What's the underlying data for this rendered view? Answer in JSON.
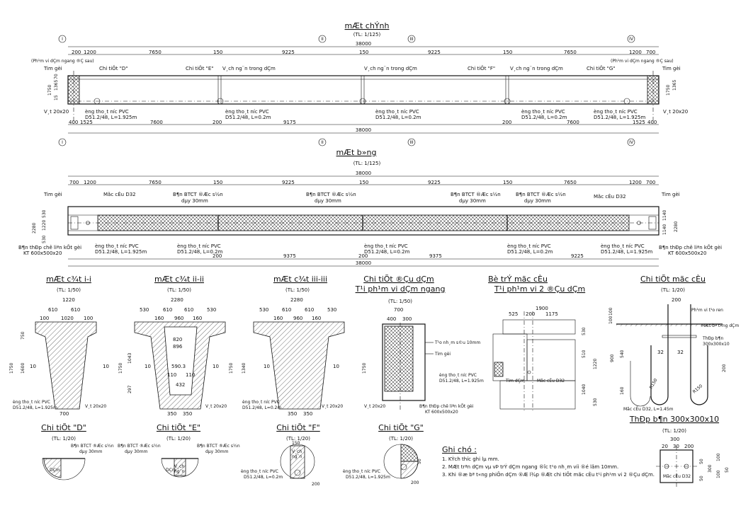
{
  "elevation": {
    "title": "mÆt chÝnh",
    "scale": "(TL: 1/125)",
    "grid_labels": [
      "I",
      "II",
      "III",
      "IV"
    ],
    "total": "38000",
    "top_dims": [
      "200",
      "1200",
      "7650",
      "150",
      "9225",
      "150",
      "9225",
      "150",
      "7650",
      "1200",
      "700"
    ],
    "bottom_dims": [
      "400",
      "1525",
      "7600",
      "200",
      "9175",
      "200",
      "7600",
      "1525",
      "400"
    ],
    "side_dims": [
      "1750",
      "15",
      "1365",
      "70"
    ],
    "labels": {
      "pham_vi_left": "(Ph¹m vi dÇm ngang ®Ç sau)",
      "pham_vi_right": "(Ph¹m vi dÇm ngang ®Ç sau)",
      "tim_goi_l": "Tim gèi",
      "tim_goi_r": "Tim gèi",
      "ct_d": "Chi tiÕt \"D\"",
      "ct_e": "Chi tiÕt \"E\"",
      "ct_f": "Chi tiÕt \"F\"",
      "ct_g": "Chi tiÕt \"G\"",
      "vach1": "V¸ch ng¨n trong dÇm",
      "vach2": "V¸ch ng¨n trong dÇm",
      "vach3": "V¸ch ng¨n trong dÇm",
      "vat_l": "V¸t 20x20",
      "vat_r": "V¸t 20x20",
      "ong1": "èng tho¸t n­íc PVC",
      "ong1b": "D51.2/48, L=1.925m",
      "ong2": "èng tho¸t n­íc PVC",
      "ong2b": "D51.2/48, L=0.2m",
      "ong3": "èng tho¸t n­íc PVC",
      "ong3b": "D51.2/48, L=0.2m",
      "ong4": "èng tho¸t n­íc PVC",
      "ong4b": "D51.2/48, L=0.2m",
      "ong5": "èng tho¸t n­íc PVC",
      "ong5b": "D51.2/48, L=1.925m"
    }
  },
  "plan": {
    "title": "mÆt b»ng",
    "scale": "(TL: 1/125)",
    "total": "38000",
    "top_dims": [
      "700",
      "1200",
      "7650",
      "150",
      "9225",
      "150",
      "9225",
      "150",
      "7650",
      "1200",
      "700"
    ],
    "bottom_dims": [
      "200",
      "9375",
      "200",
      "9375",
      "9225"
    ],
    "side_dims": [
      "2280",
      "530",
      "1220",
      "530",
      "1140",
      "1140",
      "2280"
    ],
    "labels": {
      "tim_goi_l": "Tim gèi",
      "tim_goi_r": "Tim gèi",
      "moc_l": "Mãc cÈu D32",
      "moc_r": "Mãc cÈu D32",
      "ban1": "B¶n BTCT ®Æc s½n",
      "ban1b": "dµy 30mm",
      "ban2": "B¶n BTCT ®Æc s½n",
      "ban2b": "dµy 30mm",
      "ban3": "B¶n BTCT ®Æc s½n",
      "ban3b": "dµy 30mm",
      "ban4": "B¶n BTCT ®Æc s½n",
      "ban4b": "dµy 30mm",
      "thep_l": "B¶n thÐp chê liªn kÕt gèi",
      "thep_lb": "KT 600x500x20",
      "thep_r": "B¶n thÐp chê liªn kÕt gèi",
      "thep_rb": "KT 600x500x20",
      "ong1": "èng tho¸t n­íc PVC",
      "ong1b": "D51.2/48, L=1.925m",
      "ong2": "èng tho¸t n­íc PVC",
      "ong2b": "D51.2/48, L=0.2m",
      "ong3": "èng tho¸t n­íc PVC",
      "ong3b": "D51.2/48, L=0.2m",
      "ong4": "èng tho¸t n­íc PVC",
      "ong4b": "D51.2/48, L=0.2m",
      "ong5": "èng tho¸t n­íc PVC",
      "ong5b": "D51.2/48, L=1.925m"
    }
  },
  "sec1": {
    "title": "mÆt c¾t i-i",
    "scale": "(TL: 1/50)",
    "dims": [
      "1220",
      "610",
      "610",
      "100",
      "1020",
      "100",
      "750",
      "1750",
      "1600",
      "10",
      "10",
      "700"
    ],
    "ong": "èng tho¸t n­íc PVC",
    "ongb": "D51.2/48, L=1.925m",
    "vat": "V¸t 20x20"
  },
  "sec2": {
    "title": "mÆt c¾t ii-ii",
    "scale": "(TL: 1/50)",
    "dims": [
      "2280",
      "530",
      "610",
      "610",
      "530",
      "160",
      "960",
      "160",
      "820",
      "896",
      "590.3",
      "110",
      "110",
      "432",
      "350",
      "350",
      "1750",
      "1043",
      "297",
      "10",
      "10"
    ],
    "vat": "V¸t 20x20"
  },
  "sec3": {
    "title": "mÆt c¾t iii-iii",
    "scale": "(TL: 1/50)",
    "dims": [
      "2280",
      "530",
      "610",
      "610",
      "530",
      "160",
      "960",
      "160",
      "1750",
      "1340",
      "10",
      "10",
      "350",
      "350"
    ],
    "ong": "èng tho¸t n­íc PVC",
    "ongb": "D51.2/48, L=0.2m",
    "vat": "V¸t 20x20"
  },
  "detail_end": {
    "title1": "Chi tiÕt ®Çu dÇm",
    "title2": "T¹i ph¹m vi dÇm ngang",
    "scale": "(TL: 1/50)",
    "dims": [
      "700",
      "400",
      "300",
      "1750"
    ],
    "tao": "T¹o nh¸m s©u 10mm",
    "tim": "Tim gèi",
    "ong": "èng tho¸t n­íc PVC",
    "ongb": "D51.2/48, L=1.925m",
    "vat": "V¸t 20x20",
    "thep": "B¶n thÐp chê liªn kÕt gèi",
    "thepb": "KT 600x500x20"
  },
  "hook_layout": {
    "title1": "Bè trÝ mãc cÈu",
    "title2": "T¹i ph¹m vi 2 ®Çu dÇm",
    "dims": [
      "1900",
      "525",
      "200",
      "1175",
      "530",
      "510",
      "1220",
      "1040",
      "530"
    ],
    "tim": "Tim dÇm",
    "moc": "Mãc cÈu D32"
  },
  "hook_detail": {
    "title": "Chi tiÕt mãc cÈu",
    "scale": "(TL: 1/20)",
    "dims": [
      "200",
      "100",
      "100",
      "900",
      "540",
      "32",
      "32",
      "200",
      "160",
      "R150",
      "R150"
    ],
    "pham": "Ph¹m vi t¹o ren",
    "mat": "MÆt bª t«ng dÇm",
    "thep": "ThÐp b¶n",
    "thepb": "300x300x10",
    "moc": "Mãc cÈu D32, L=1.45m"
  },
  "plate": {
    "title": "ThÐp b¶n 300x300x10",
    "scale": "(TL: 1/20)",
    "dims": [
      "300",
      "20",
      "30",
      "200",
      "50",
      "50",
      "300",
      "100",
      "100",
      "50"
    ],
    "moc": "Mãc cÈu D32"
  },
  "det_d": {
    "title": "Chi tiÕt \"D\"",
    "scale": "(TL: 1/20)",
    "ban": "B¶n BTCT ®Æc s½n",
    "banb": "dµy 30mm",
    "dam": "DÇm"
  },
  "det_e": {
    "title": "Chi tiÕt \"E\"",
    "scale": "(TL: 1/20)",
    "ban1": "B¶n BTCT ®Æc s½n",
    "ban1b": "dµy 30mm",
    "ban2": "B¶n BTCT ®Æc s½n",
    "ban2b": "dµy 30mm",
    "vach": "V¸ch",
    "vachb": "ng¨n",
    "dam": "DÇm"
  },
  "det_f": {
    "title": "Chi tiÕt \"F\"",
    "scale": "(TL: 1/20)",
    "vach": "V¸ch",
    "vachb": "ng¨n",
    "ong": "èng tho¸t n­íc PVC",
    "ongb": "D51.2/48, L=0.2m",
    "dims": [
      "150",
      "200"
    ]
  },
  "det_g": {
    "title": "Chi tiÕt \"G\"",
    "scale": "(TL: 1/20)",
    "ong": "èng tho¸t n­íc PVC",
    "ongb": "D51.2/48, L=1.925m",
    "dims": [
      "50",
      "200"
    ]
  },
  "notes": {
    "title": "Ghi chó :",
    "items": [
      "1. KÝch th­íc ghi lµ mm.",
      "2. MÆt trªn dÇm vµ vÞ trÝ dÇm ngang ®­îc t¹o nh¸m víi ®é lâm 10mm.",
      "3. Khi ®æ bª t«ng phiÕn dÇm ®Æ l¾p ®Æt chi tiÕt mãc cÈu t¹i ph¹m vi 2 ®Çu dÇm."
    ]
  }
}
